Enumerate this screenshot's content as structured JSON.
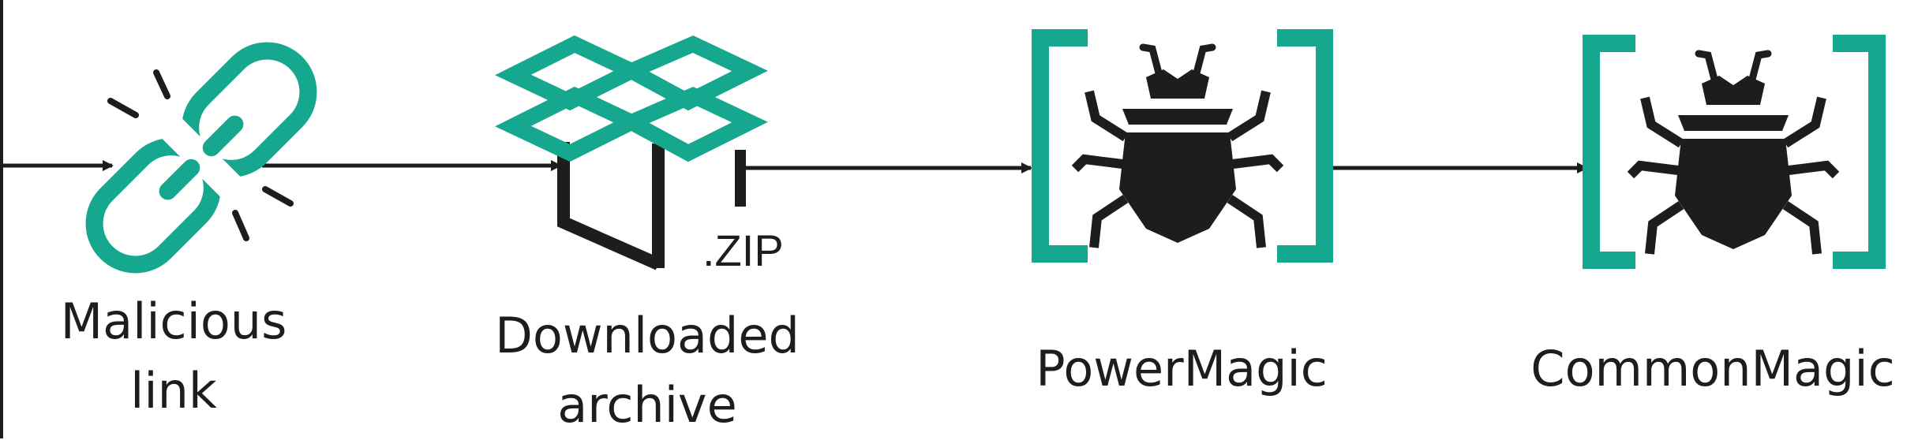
{
  "colors": {
    "accent": "#16a88e",
    "ink": "#1d1d1b"
  },
  "nodes": [
    {
      "id": "malicious-link",
      "icon": "broken-link-icon",
      "label_lines": [
        "Malicious",
        "link"
      ]
    },
    {
      "id": "downloaded-archive",
      "icon": "archive-box-icon",
      "tag": ".ZIP",
      "label_lines": [
        "Downloaded",
        "archive"
      ]
    },
    {
      "id": "powermagic",
      "icon": "bug-bracket-icon",
      "label_lines": [
        "PowerMagic"
      ]
    },
    {
      "id": "commonmagic",
      "icon": "bug-bracket-icon",
      "label_lines": [
        "CommonMagic"
      ]
    }
  ]
}
